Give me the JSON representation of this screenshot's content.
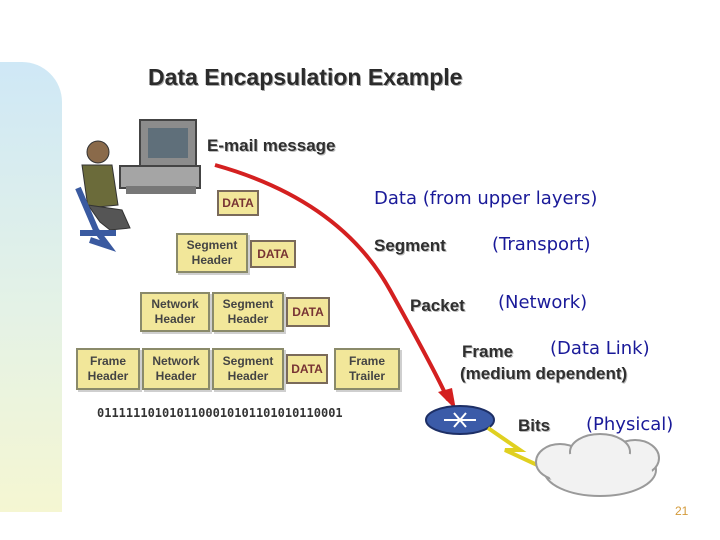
{
  "slide": {
    "title": "Data Encapsulation Example",
    "page_number": "21"
  },
  "labels": {
    "email": "E-mail message",
    "segment": "Segment",
    "packet": "Packet",
    "frame": "Frame",
    "frame_sub": "(medium dependent)",
    "bits": "Bits"
  },
  "annotations": {
    "data": "Data  (from upper layers)",
    "transport": "(Transport)",
    "network": "(Network)",
    "datalink": "(Data Link)",
    "physical": "(Physical)"
  },
  "boxes": {
    "data": "DATA",
    "segment_header_1": "Segment",
    "segment_header_2": "Header",
    "network_header_1": "Network",
    "network_header_2": "Header",
    "frame_header_1": "Frame",
    "frame_header_2": "Header",
    "frame_trailer_1": "Frame",
    "frame_trailer_2": "Trailer"
  },
  "bitstream": "0111111010101100010101101010110001",
  "colors": {
    "arrow": "#d42020",
    "box_fill": "#f2e79a",
    "annotation_text": "#1a1a99"
  }
}
